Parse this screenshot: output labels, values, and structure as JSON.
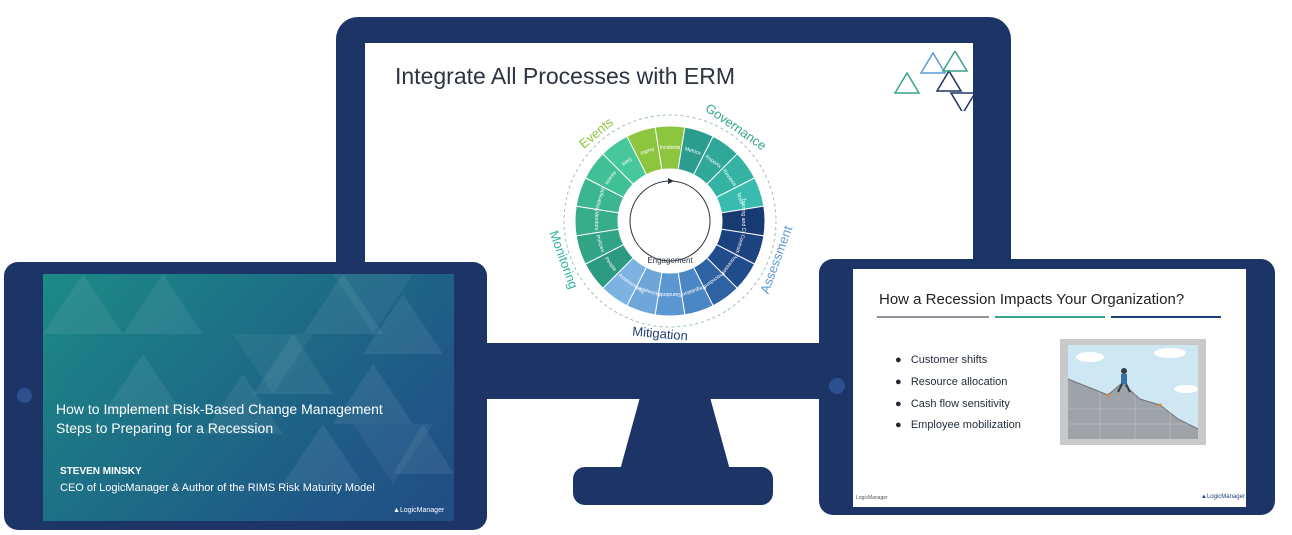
{
  "monitor": {
    "slide_title": "Integrate All Processes with ERM",
    "wheel": {
      "categories": [
        {
          "name": "Events",
          "color": "#8cc63f"
        },
        {
          "name": "Governance",
          "color": "#34a58c"
        },
        {
          "name": "Assessment",
          "color": "#5b9bd5"
        },
        {
          "name": "Mitigation",
          "color": "#1f3f77"
        },
        {
          "name": "Monitoring",
          "color": "#2fb3a0"
        }
      ],
      "center_label": "Engagement",
      "segments": [
        {
          "label": "Audits",
          "color": "#8cc63f"
        },
        {
          "label": "Incidents",
          "color": "#8cc63f"
        },
        {
          "label": "Metrics",
          "color": "#2a9d8f"
        },
        {
          "label": "Reports",
          "color": "#2fa89a"
        },
        {
          "label": "Reviews",
          "color": "#34b3a5"
        },
        {
          "label": "Tests",
          "color": "#38bcb0"
        },
        {
          "label": "Training and Culture",
          "color": "#173a73"
        },
        {
          "label": "Controls",
          "color": "#1c4380"
        },
        {
          "label": "Processes",
          "color": "#214c8c"
        },
        {
          "label": "Procedures",
          "color": "#2f62a3"
        },
        {
          "label": "Regulations",
          "color": "#4a87c4"
        },
        {
          "label": "Standards",
          "color": "#5b97d0"
        },
        {
          "label": "Frameworks",
          "color": "#6ea6da"
        },
        {
          "label": "Risk Assessments",
          "color": "#7db3e2"
        },
        {
          "label": "People",
          "color": "#2c9a80"
        },
        {
          "label": "Policies",
          "color": "#31a485"
        },
        {
          "label": "Vendors",
          "color": "#37ad8a"
        },
        {
          "label": "Applications",
          "color": "#3cb690"
        },
        {
          "label": "Assets",
          "color": "#41bf96"
        },
        {
          "label": "Data",
          "color": "#47c79c"
        }
      ]
    }
  },
  "left_tablet": {
    "title_line1": "How to Implement Risk-Based Change Management",
    "title_line2": "Steps to Preparing for a Recession",
    "presenter_name": "STEVEN MINSKY",
    "presenter_role": "CEO of LogicManager & Author of the RIMS Risk Maturity Model",
    "logo": "LogicManager"
  },
  "right_tablet": {
    "title": "How a Recession Impacts Your Organization?",
    "bullets": [
      "Customer shifts",
      "Resource allocation",
      "Cash flow sensitivity",
      "Employee mobilization"
    ],
    "footer_left": "LogicManager",
    "footer_right": "LogicManager"
  },
  "colors": {
    "frame": "#1c3566",
    "governance_green": "#34a58c",
    "events_green": "#8cc63f",
    "assessment_blue": "#5b9bd5",
    "mitigation_navy": "#1f3f77"
  }
}
